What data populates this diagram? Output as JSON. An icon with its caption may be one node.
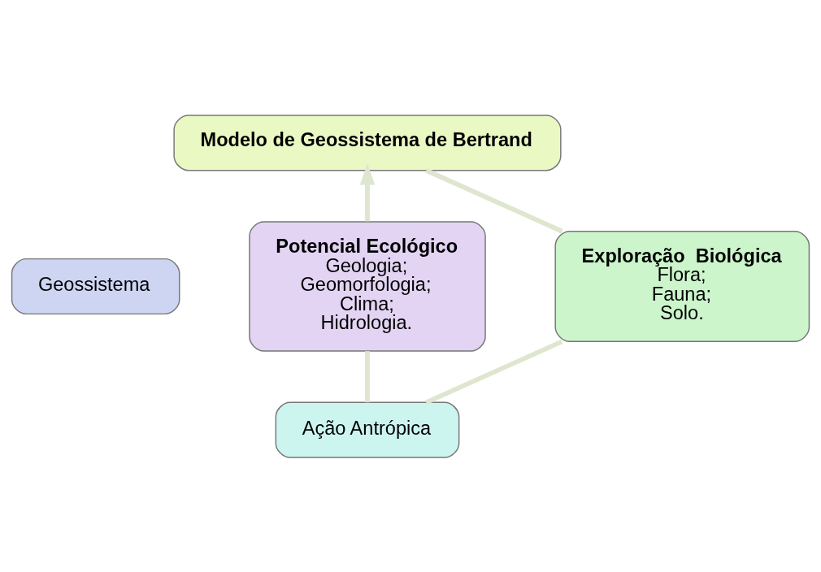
{
  "diagram": {
    "nodes": [
      {
        "text": [
          "Modelo de Geossistema de Bertrand"
        ]
      },
      {
        "text": [
          "Potencial Ecológico",
          "Geologia;",
          "Geomorfologia;",
          "Clima;",
          "Hidrologia."
        ]
      },
      {
        "text": [
          "Exploração  Biológica",
          "Flora;",
          "Fauna;",
          "Solo."
        ]
      },
      {
        "text": [
          "Geossistema"
        ]
      },
      {
        "text": [
          "Ação Antrópica"
        ]
      }
    ],
    "edges": [
      {
        "from": 0,
        "to": 2,
        "arrow": "none"
      },
      {
        "from": 2,
        "to": 4,
        "arrow": "none"
      },
      {
        "from": 4,
        "to": 1,
        "arrow": "none"
      },
      {
        "from": 1,
        "to": 0,
        "arrow": "to"
      }
    ]
  }
}
